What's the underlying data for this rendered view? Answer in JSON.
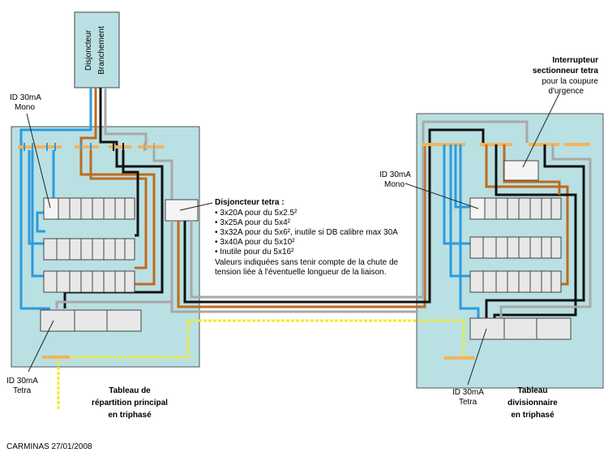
{
  "branch_breaker": {
    "line1": "Disjoncteur",
    "line2": "Branchement"
  },
  "labels": {
    "id_mono_left": {
      "line1": "ID 30mA",
      "line2": "Mono"
    },
    "id_tetra_left": {
      "line1": "ID 30mA",
      "line2": "Tetra"
    },
    "id_mono_right": {
      "line1": "ID 30mA",
      "line2": "Mono"
    },
    "id_tetra_right": {
      "line1": "ID 30mA",
      "line2": "Tetra"
    },
    "switch": {
      "line1": "Interrupteur",
      "line2": "sectionneur tetra",
      "line3": "pour la coupure",
      "line4": "d'urgence"
    }
  },
  "breaker_note": {
    "title": "Disjoncteur tetra :",
    "items": [
      "• 3x20A pour du 5x2.5²",
      "• 3x25A pour du 5x4²",
      "• 3x32A pour du 5x6², inutile si DB calibre max 30A",
      "• 3x40A pour du 5x10²",
      "• Inutile pour du 5x16²"
    ],
    "note_line1": "Valeurs indiquées sans tenir compte de la chute de",
    "note_line2": "tension liée à l'éventuelle longueur de la liaison."
  },
  "left_panel_title": {
    "line1": "Tableau de",
    "line2": "répartition principal",
    "line3": "en triphasé"
  },
  "right_panel_title": {
    "line1": "Tableau",
    "line2": "divisionnaire",
    "line3": "en triphasé"
  },
  "credit": "CARMINAS 27/01/2008",
  "colors": {
    "panel": "#b9e0e3",
    "blue_wire": "#2b9bdc",
    "brown_wire": "#c06a1e",
    "black_wire": "#111111",
    "grey_wire": "#a8a8a8",
    "earth_yellow": "#f2ea2c",
    "busbar": "#f3b45b"
  }
}
